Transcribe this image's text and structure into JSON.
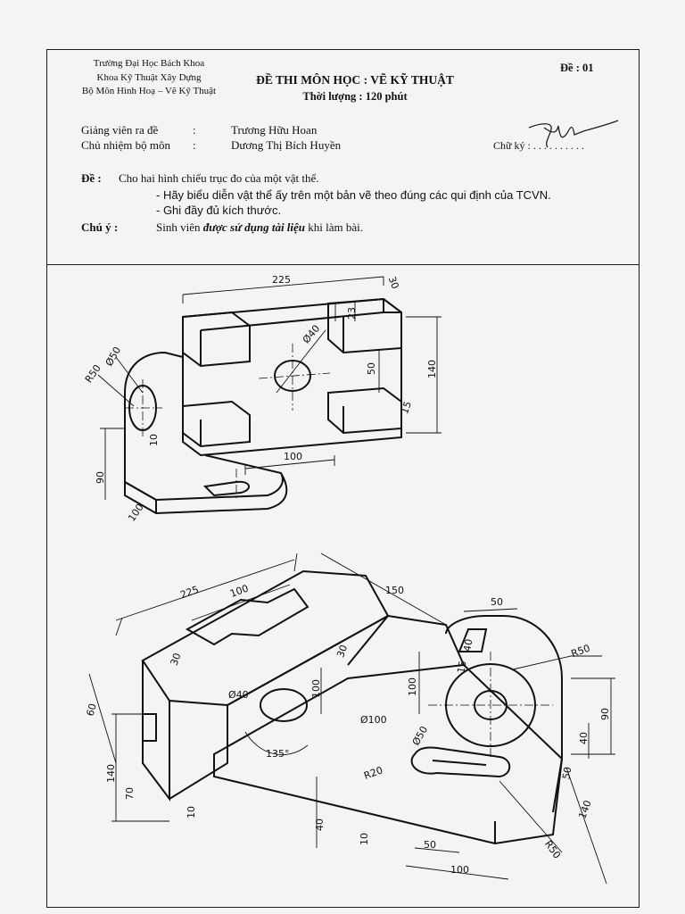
{
  "header": {
    "school_lines": [
      "Trường Đại Học Bách Khoa",
      "Khoa Kỹ Thuật Xây Dựng",
      "Bộ Môn Hình Hoạ – Vẽ Kỹ Thuật"
    ],
    "title": "ĐỀ THI MÔN HỌC : VẼ KỸ THUẬT",
    "duration": "Thời lượng : 120 phút",
    "exam_code": "Đề : 01"
  },
  "info": {
    "lecturer_label": "Giảng viên ra đề",
    "lecturer_name": "Trương Hữu Hoan",
    "head_label": "Chủ nhiệm bộ môn",
    "head_name": "Dương Thị Bích Huyền",
    "colon": ":",
    "signature_label": "Chữ ký : . . . . . . . . . ."
  },
  "question": {
    "label": "Đề :",
    "intro": "Cho hai hình chiếu trục đo của một vật thể.",
    "bullets": [
      "- Hãy biểu diễn vật thể ấy trên một bản vẽ theo đúng các qui định của TCVN.",
      "- Ghi đầy đủ kích thước."
    ]
  },
  "note": {
    "label": "Chú ý :",
    "text_before": "Sinh viên ",
    "text_emphasis": "được sử dụng tài liệu",
    "text_after": " khi làm bài."
  },
  "view1_dims": {
    "d225": "225",
    "d30": "30",
    "d23": "23",
    "phi40": "Ø40",
    "d50": "50",
    "d140": "140",
    "phi50": "Ø50",
    "r50": "R50",
    "d10": "10",
    "d90": "90",
    "d100": "100",
    "d100b": "100",
    "d15": "15"
  },
  "view2_dims": {
    "d225": "225",
    "d100": "100",
    "d150": "150",
    "d50": "50",
    "d30": "30",
    "d30b": "30",
    "d40": "40",
    "r50": "R50",
    "d60": "60",
    "phi40": "Ø40",
    "d100v": "100",
    "d100v2": "100",
    "d15": "15",
    "phi100": "Ø100",
    "d90": "90",
    "phi50": "Ø50",
    "d40b": "40",
    "d135": "135°",
    "r20": "R20",
    "d50b": "50",
    "d140": "140",
    "d70": "70",
    "d10": "10",
    "d40c": "40",
    "d10b": "10",
    "d50c": "50",
    "d100b": "100",
    "r50b": "R50",
    "d140b": "140"
  }
}
